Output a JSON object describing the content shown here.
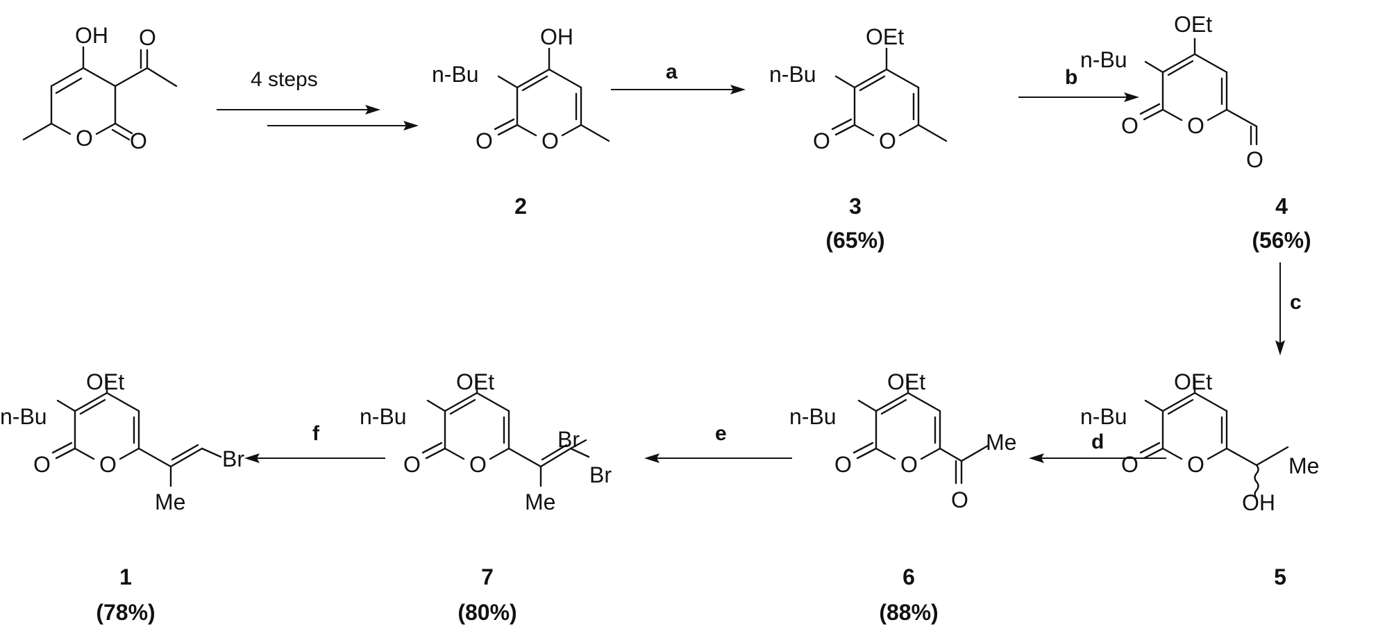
{
  "compounds": [
    {
      "id": "start",
      "number": "",
      "yield": ""
    },
    {
      "id": "c2",
      "number": "2",
      "yield": ""
    },
    {
      "id": "c3",
      "number": "3",
      "yield": "(65%)"
    },
    {
      "id": "c4",
      "number": "4",
      "yield": "(56%)"
    },
    {
      "id": "c5",
      "number": "5",
      "yield": ""
    },
    {
      "id": "c6",
      "number": "6",
      "yield": "(88%)"
    },
    {
      "id": "c7",
      "number": "7",
      "yield": "(80%)"
    },
    {
      "id": "c1",
      "number": "1",
      "yield": "(78%)"
    }
  ],
  "steps": [
    "4 steps",
    "a",
    "b",
    "c",
    "d",
    "e",
    "f"
  ],
  "atoms": {
    "oh": "OH",
    "o": "O",
    "oet": "OEt",
    "nbu": "n-Bu",
    "me": "Me",
    "br": "Br"
  }
}
